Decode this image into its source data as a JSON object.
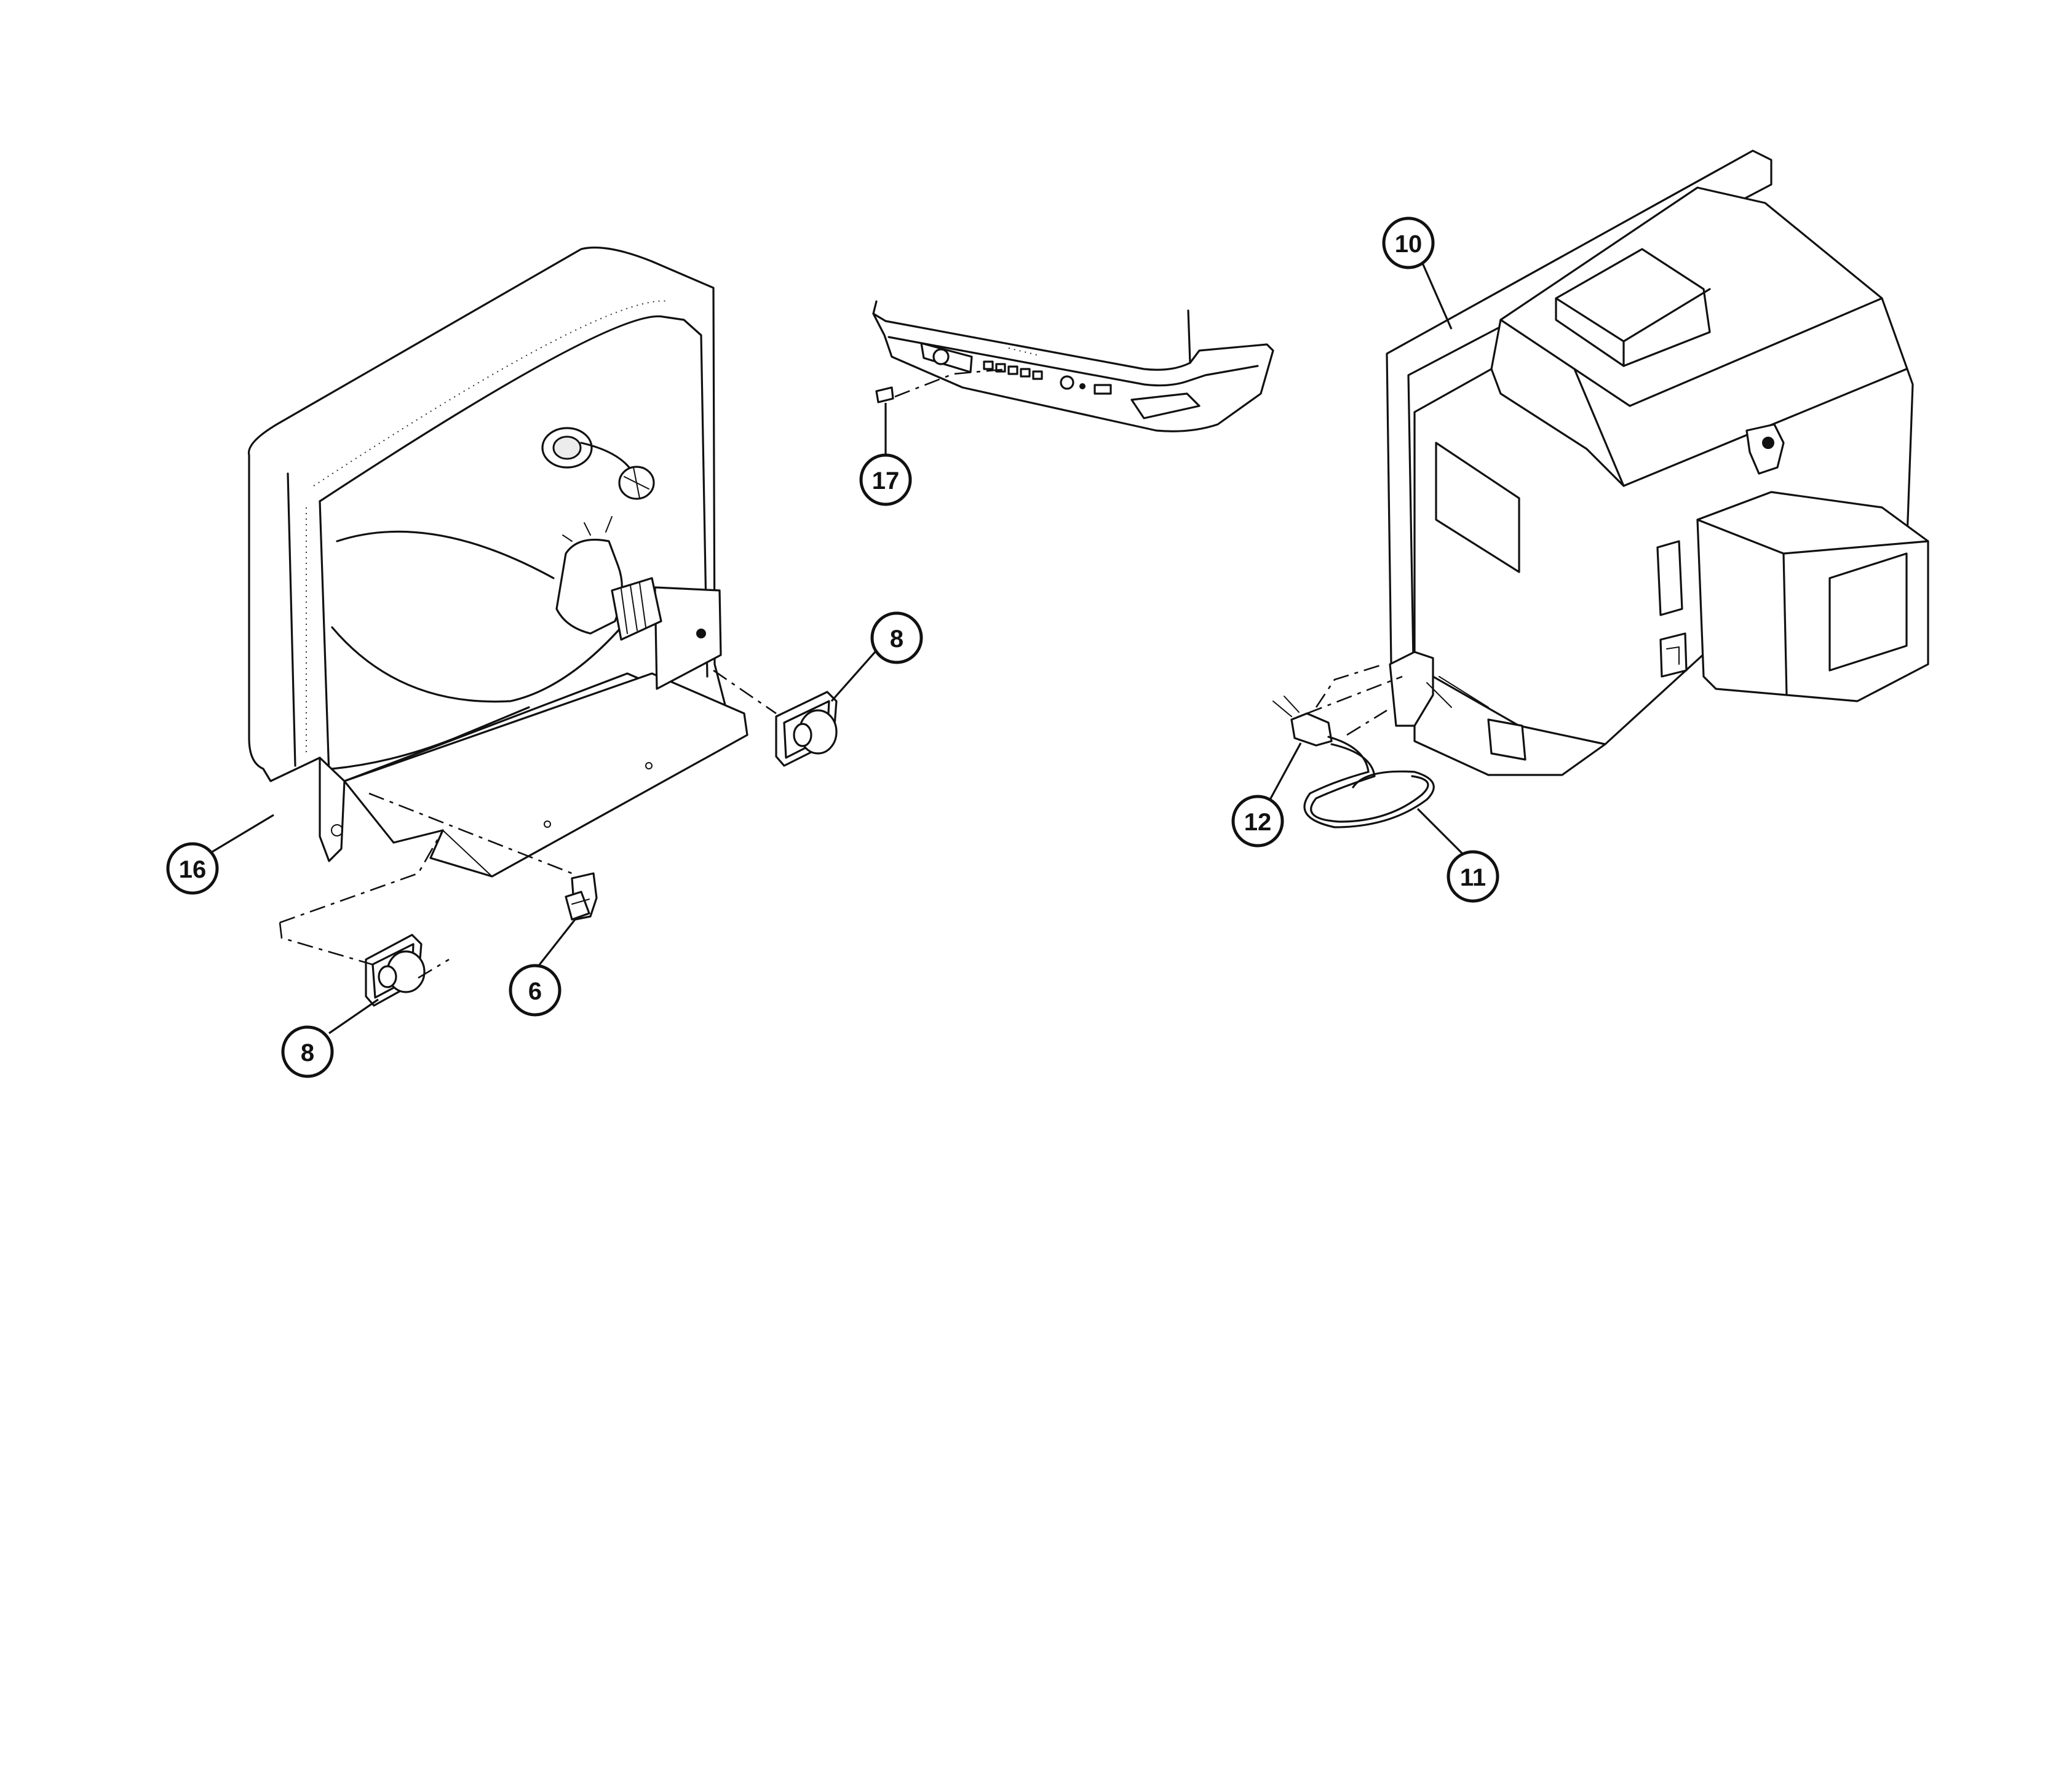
{
  "callouts": {
    "c10": "10",
    "c17": "17",
    "c8a": "8",
    "c12": "12",
    "c11": "11",
    "c16": "16",
    "c6": "6",
    "c8b": "8"
  }
}
